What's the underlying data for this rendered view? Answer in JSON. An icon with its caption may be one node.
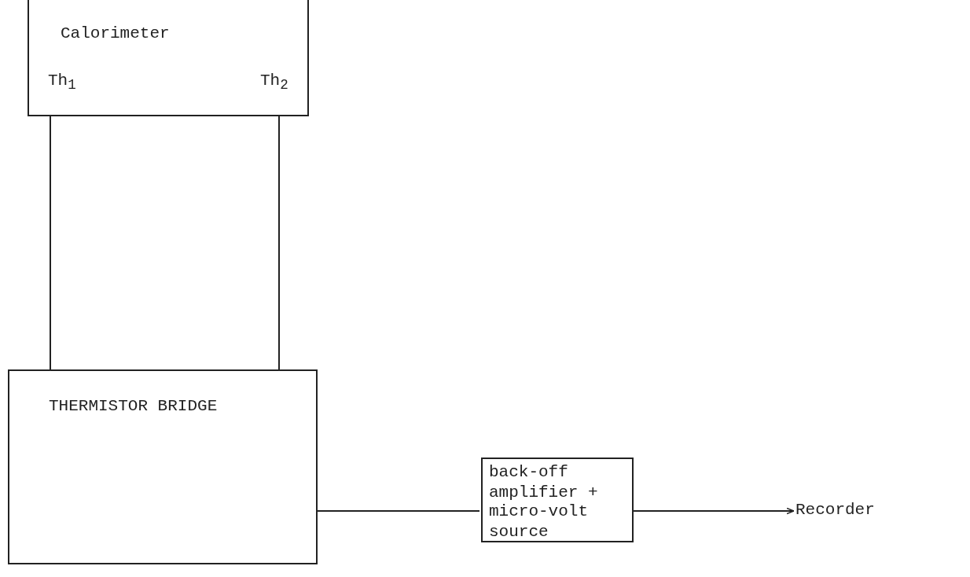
{
  "diagram": {
    "nodes": [
      {
        "text": [
          "Calorimeter",
          "Th$_{1}$",
          "Th$_{2}$"
        ]
      },
      {
        "text": [
          "THERMISTOR BRIDGE"
        ]
      },
      {
        "text": [
          "back-off amplifier +",
          "micro-volt source"
        ]
      },
      {
        "text": [
          "Recorder"
        ]
      }
    ],
    "edges": [
      {
        "from": 0,
        "to": 1,
        "arrow": "none"
      },
      {
        "from": 0,
        "to": 1,
        "arrow": "none"
      },
      {
        "from": 1,
        "to": 2,
        "arrow": "none"
      },
      {
        "from": 2,
        "to": 3,
        "arrow": "to"
      }
    ]
  }
}
